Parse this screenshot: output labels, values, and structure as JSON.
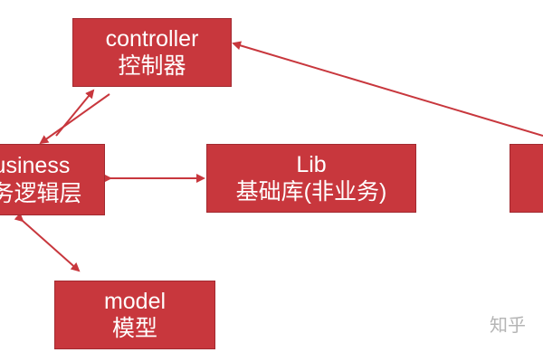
{
  "boxes": {
    "controller": {
      "en": "controller",
      "cn": "控制器"
    },
    "business": {
      "en": "business",
      "cn": "业务逻辑层"
    },
    "lib": {
      "en": "Lib",
      "cn": "基础库(非业务)"
    },
    "model": {
      "en": "model",
      "cn": "模型"
    },
    "view": {
      "en": "",
      "cn": ""
    }
  },
  "watermark": "知乎",
  "colors": {
    "box_fill": "#c8373d",
    "arrow": "#c8373d",
    "box_text": "#ffffff",
    "watermark": "#b5b5b5"
  }
}
